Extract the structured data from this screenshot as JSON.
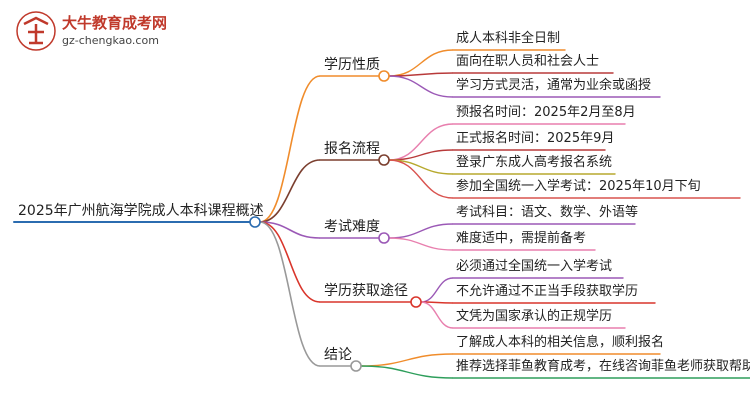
{
  "logo": {
    "title": "大牛教育成考网",
    "url": "gz-chengkao.com"
  },
  "root": {
    "label": "2025年广州航海学院成人本科课程概述",
    "color": "#2b6cb0"
  },
  "branches": [
    {
      "label": "学历性质",
      "color": "#f08c2b",
      "leaves": [
        "成人本科非全日制",
        "面向在职人员和社会人士",
        "学习方式灵活，通常为业余或函授"
      ],
      "leaf_colors": [
        "#f08c2b",
        "#b83a3a",
        "#9b59b6"
      ]
    },
    {
      "label": "报名流程",
      "color": "#7b3f2f",
      "leaves": [
        "预报名时间：2025年2月至8月",
        "正式报名时间：2025年9月",
        "登录广东成人高考报名系统",
        "参加全国统一入学考试：2025年10月下旬"
      ],
      "leaf_colors": [
        "#e87fae",
        "#b83a3a",
        "#b7a92e",
        "#d9534f"
      ]
    },
    {
      "label": "考试难度",
      "color": "#9b59b6",
      "leaves": [
        "考试科目：语文、数学、外语等",
        "难度适中，需提前备考"
      ],
      "leaf_colors": [
        "#9b59b6",
        "#e87fae"
      ]
    },
    {
      "label": "学历获取途径",
      "color": "#d9352b",
      "leaves": [
        "必须通过全国统一入学考试",
        "不允许通过不正当手段获取学历",
        "文凭为国家承认的正规学历"
      ],
      "leaf_colors": [
        "#9b59b6",
        "#d9352b",
        "#e87fae"
      ]
    },
    {
      "label": "结论",
      "color": "#999999",
      "leaves": [
        "了解成人本科的相关信息，顺利报名",
        "推荐选择菲鱼教育成考，在线咨询菲鱼老师获取帮助"
      ],
      "leaf_colors": [
        "#f08c2b",
        "#2e9e5b"
      ]
    }
  ]
}
